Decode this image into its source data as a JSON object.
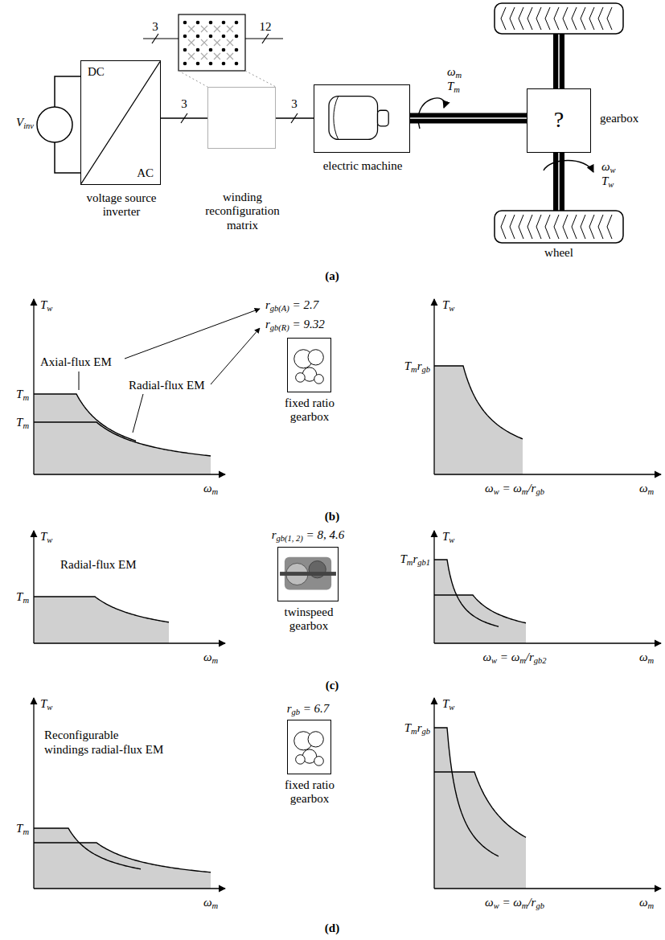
{
  "diagram": {
    "nodes": [
      {
        "text": [
          "DC",
          "AC",
          "voltage source inverter"
        ]
      },
      {
        "text": [
          "winding reconfiguration matrix"
        ]
      },
      {
        "text": [
          "electric machine"
        ]
      },
      {
        "text": [
          "?",
          "gearbox"
        ]
      },
      {
        "text": [
          "fixed ratio gearbox"
        ]
      },
      {
        "text": [
          "twinspeed gearbox"
        ]
      },
      {
        "text": [
          "fixed ratio gearbox"
        ]
      }
    ],
    "edges": [
      {
        "from": 0,
        "to": 1,
        "arrow": "none"
      },
      {
        "from": 1,
        "to": 2,
        "arrow": "none"
      },
      {
        "from": 2,
        "to": 3,
        "arrow": "none"
      }
    ],
    "labels": [
      "Vinv",
      "3",
      "12",
      "3",
      "3",
      "ωm",
      "Tm",
      "ωw",
      "Tw",
      "wheel",
      "(a)",
      "Tw",
      "Tm",
      "Tm",
      "Axial-flux EM",
      "Radial-flux EM",
      "ωm",
      "rgb(A) = 2.7",
      "rgb(R) = 9.32",
      "Tw",
      "Tmrgb",
      "ωw = ωm/rgb",
      "ωm",
      "(b)",
      "Tw",
      "Tm",
      "Radial-flux EM",
      "ωm",
      "rgb(1, 2) = 8, 4.6",
      "Tw",
      "Tmrgb1",
      "ωw = ωm/rgb2",
      "ωm",
      "(c)",
      "Tw",
      "Tm",
      "Reconfigurable windings radial-flux EM",
      "ωm",
      "rgb = 6.7",
      "Tw",
      "Tmrgb",
      "ωw = ωm/rgb",
      "ωm",
      "(d)"
    ]
  }
}
